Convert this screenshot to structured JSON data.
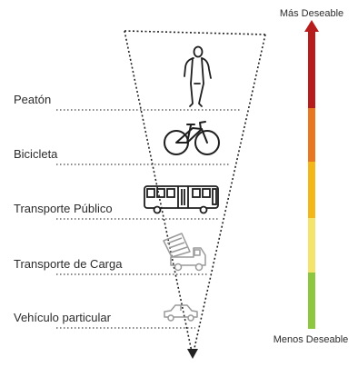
{
  "scale": {
    "top_label": "Más Deseable",
    "bottom_label": "Menos Deseable",
    "colors": [
      "#b71c1c",
      "#e87722",
      "#f3b71a",
      "#f5e46c",
      "#8dc63f"
    ]
  },
  "levels": [
    {
      "label": "Peatón",
      "icon": "pedestrian-icon"
    },
    {
      "label": "Bicicleta",
      "icon": "bicycle-icon"
    },
    {
      "label": "Transporte Público",
      "icon": "bus-icon"
    },
    {
      "label": "Transporte de Carga",
      "icon": "dump-truck-icon"
    },
    {
      "label": "Vehículo particular",
      "icon": "car-icon"
    }
  ]
}
